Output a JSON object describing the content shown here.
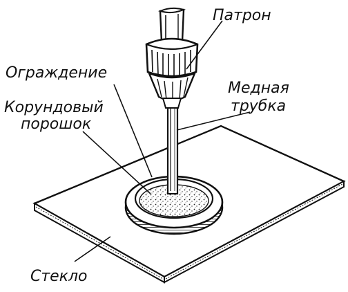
{
  "labels": {
    "chuck": "Патрон",
    "guard": "Ограждение",
    "copper_tube_line1": "Медная",
    "copper_tube_line2": "трубка",
    "corundum_line1": "Корундовый",
    "corundum_line2": "порошок",
    "glass": "Стекло"
  },
  "colors": {
    "ink": "#111111",
    "background": "#ffffff"
  }
}
